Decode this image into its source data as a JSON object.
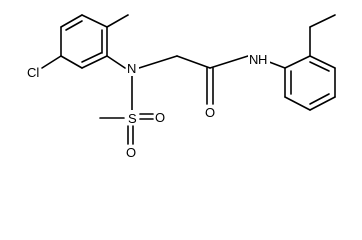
{
  "molecule": {
    "atoms": {
      "cl": "Cl",
      "n_amine": "N",
      "s": "S",
      "o_s1": "O",
      "o_s2": "O",
      "o_amide": "O",
      "nh": "N",
      "h": "H"
    }
  }
}
